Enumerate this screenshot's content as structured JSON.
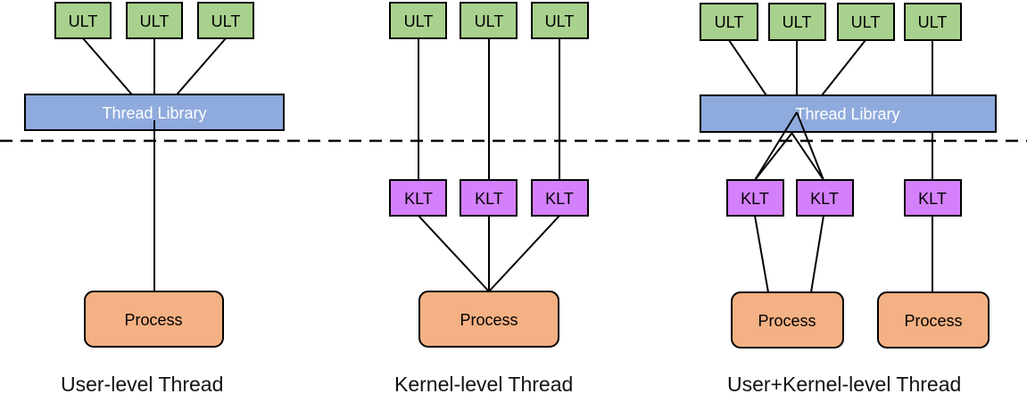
{
  "colors": {
    "ult_fill": "#a9d18e",
    "klt_fill": "#d580fb",
    "library_fill": "#8faadc",
    "process_fill": "#f4b183",
    "stroke": "#000000"
  },
  "diagrams": [
    {
      "title": "User-level Thread",
      "ult": [
        "ULT",
        "ULT",
        "ULT"
      ],
      "library": "Thread Library",
      "process": [
        "Process"
      ]
    },
    {
      "title": "Kernel-level Thread",
      "ult": [
        "ULT",
        "ULT",
        "ULT"
      ],
      "klt": [
        "KLT",
        "KLT",
        "KLT"
      ],
      "process": [
        "Process"
      ]
    },
    {
      "title": "User+Kernel-level Thread",
      "ult": [
        "ULT",
        "ULT",
        "ULT",
        "ULT"
      ],
      "library": "Thread Library",
      "klt": [
        "KLT",
        "KLT",
        "KLT"
      ],
      "process": [
        "Process",
        "Process"
      ]
    }
  ]
}
